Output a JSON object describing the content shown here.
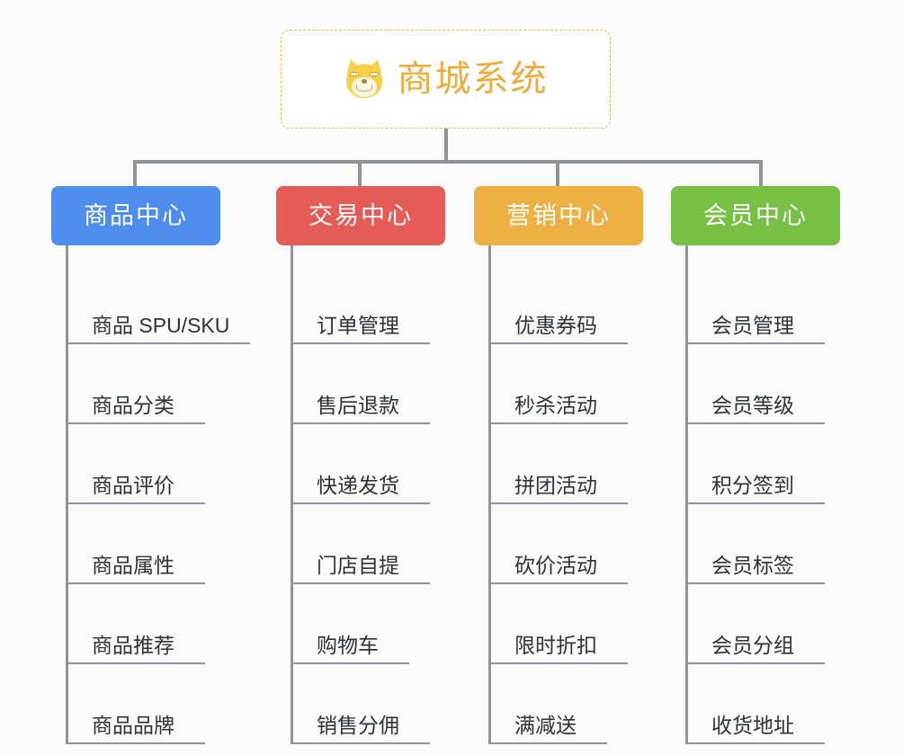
{
  "page": {
    "background_color": "#fafafa",
    "title": "商城系统"
  },
  "root": {
    "icon": "dog-face-emoji",
    "label": "商城系统",
    "text_color": "#efab3e",
    "border_color": "#f0b763",
    "background_color": "#ffffff"
  },
  "connector": {
    "color": "#909399"
  },
  "columns": [
    {
      "key": "product-center",
      "label": "商品中心",
      "color": "#4d8ded",
      "items": [
        {
          "label": "商品 SPU/SKU",
          "underline_width": 202
        },
        {
          "label": "商品分类",
          "underline_width": 152
        },
        {
          "label": "商品评价",
          "underline_width": 152
        },
        {
          "label": "商品属性",
          "underline_width": 152
        },
        {
          "label": "商品推荐",
          "underline_width": 152
        },
        {
          "label": "商品品牌",
          "underline_width": 152
        }
      ]
    },
    {
      "key": "trade-center",
      "label": "交易中心",
      "color": "#e55c57",
      "items": [
        {
          "label": "订单管理",
          "underline_width": 152
        },
        {
          "label": "售后退款",
          "underline_width": 152
        },
        {
          "label": "快递发货",
          "underline_width": 152
        },
        {
          "label": "门店自提",
          "underline_width": 152
        },
        {
          "label": "购物车",
          "underline_width": 129
        },
        {
          "label": "销售分佣",
          "underline_width": 152
        }
      ]
    },
    {
      "key": "marketing-center",
      "label": "营销中心",
      "color": "#eeaf43",
      "items": [
        {
          "label": "优惠券码",
          "underline_width": 152
        },
        {
          "label": "秒杀活动",
          "underline_width": 152
        },
        {
          "label": "拼团活动",
          "underline_width": 152
        },
        {
          "label": "砍价活动",
          "underline_width": 152
        },
        {
          "label": "限时折扣",
          "underline_width": 152
        },
        {
          "label": "满减送",
          "underline_width": 129
        }
      ]
    },
    {
      "key": "member-center",
      "label": "会员中心",
      "color": "#76c043",
      "items": [
        {
          "label": "会员管理",
          "underline_width": 152
        },
        {
          "label": "会员等级",
          "underline_width": 152
        },
        {
          "label": "积分签到",
          "underline_width": 152
        },
        {
          "label": "会员标签",
          "underline_width": 152
        },
        {
          "label": "会员分组",
          "underline_width": 152
        },
        {
          "label": "收货地址",
          "underline_width": 152
        }
      ]
    }
  ]
}
